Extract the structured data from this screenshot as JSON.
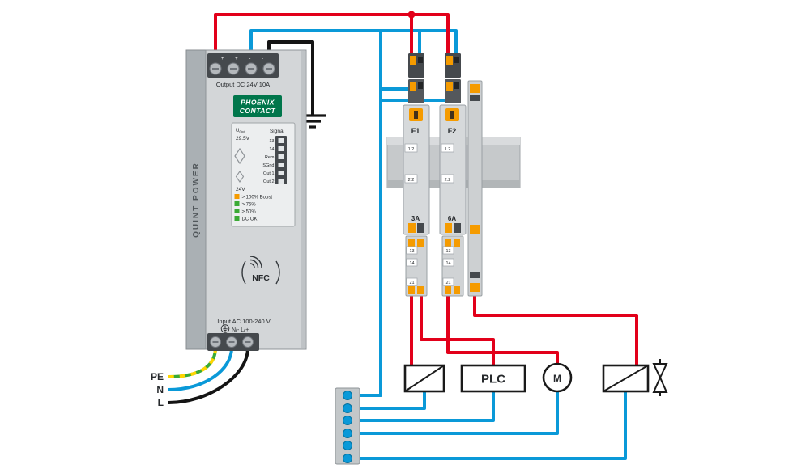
{
  "colors": {
    "wire_red": "#e2001a",
    "wire_blue": "#0a99d8",
    "wire_black": "#141414",
    "wire_green": "#3aaa35",
    "wire_yellow": "#ffd500",
    "terminal_orange": "#f59b00",
    "brand_green": "#00764b"
  },
  "psu": {
    "side_label": "QUINT POWER",
    "brand_line1": "PHOENIX",
    "brand_line2": "CONTACT",
    "output_polarity": "+ + - -",
    "output_label": "Output DC 24V 10A",
    "uout_label_main": "U",
    "uout_label_sub": "Out",
    "uout_value": "29.5V",
    "signal_label": "Signal",
    "signal_pins": [
      "13",
      "14",
      "Rem",
      "SGnd",
      "Out 1",
      "Out 2"
    ],
    "v24_label": "24V",
    "led_legend": [
      {
        "color": "#f59b00",
        "label": "> 100% Boost"
      },
      {
        "color": "#3aaa35",
        "label": "> 75%"
      },
      {
        "color": "#3aaa35",
        "label": "> 50%"
      },
      {
        "color": "#3aaa35",
        "label": "DC OK"
      }
    ],
    "nfc_label": "NFC",
    "input_label": "Input AC 100-240 V",
    "input_terminal_label": "N/- L/+"
  },
  "mains": {
    "pe_label": "PE",
    "n_label": "N",
    "l_label": "L"
  },
  "breakers": [
    {
      "id": "F1",
      "rating": "3A",
      "pole_labels": [
        "1.2",
        "2.2"
      ],
      "aux_labels": [
        "13",
        "14",
        "21"
      ]
    },
    {
      "id": "F2",
      "rating": "6A",
      "pole_labels": [
        "1.2",
        "2.2"
      ],
      "aux_labels": [
        "13",
        "14",
        "21"
      ]
    }
  ],
  "loads": {
    "plc_label": "PLC",
    "motor_label": "M"
  }
}
